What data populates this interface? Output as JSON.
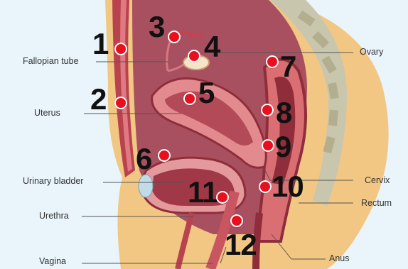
{
  "labels": {
    "fallopian_tube": "Fallopian tube",
    "uterus": "Uterus",
    "urinary_bladder": "Urinary bladder",
    "urethra": "Urethra",
    "vagina": "Vagina",
    "ovary": "Ovary",
    "cervix": "Cervix",
    "rectum": "Rectum",
    "anus": "Anus"
  },
  "markers": [
    "1",
    "2",
    "3",
    "4",
    "5",
    "6",
    "7",
    "8",
    "9",
    "10",
    "11",
    "12"
  ],
  "colors": {
    "background": "#e9f4fb",
    "skin": "#f2c784",
    "tissue": "#c4555f",
    "dark_tissue": "#8f2e3a",
    "cavity": "#a85060",
    "marker": "#e8101e",
    "spine": "#c9c6ae"
  }
}
